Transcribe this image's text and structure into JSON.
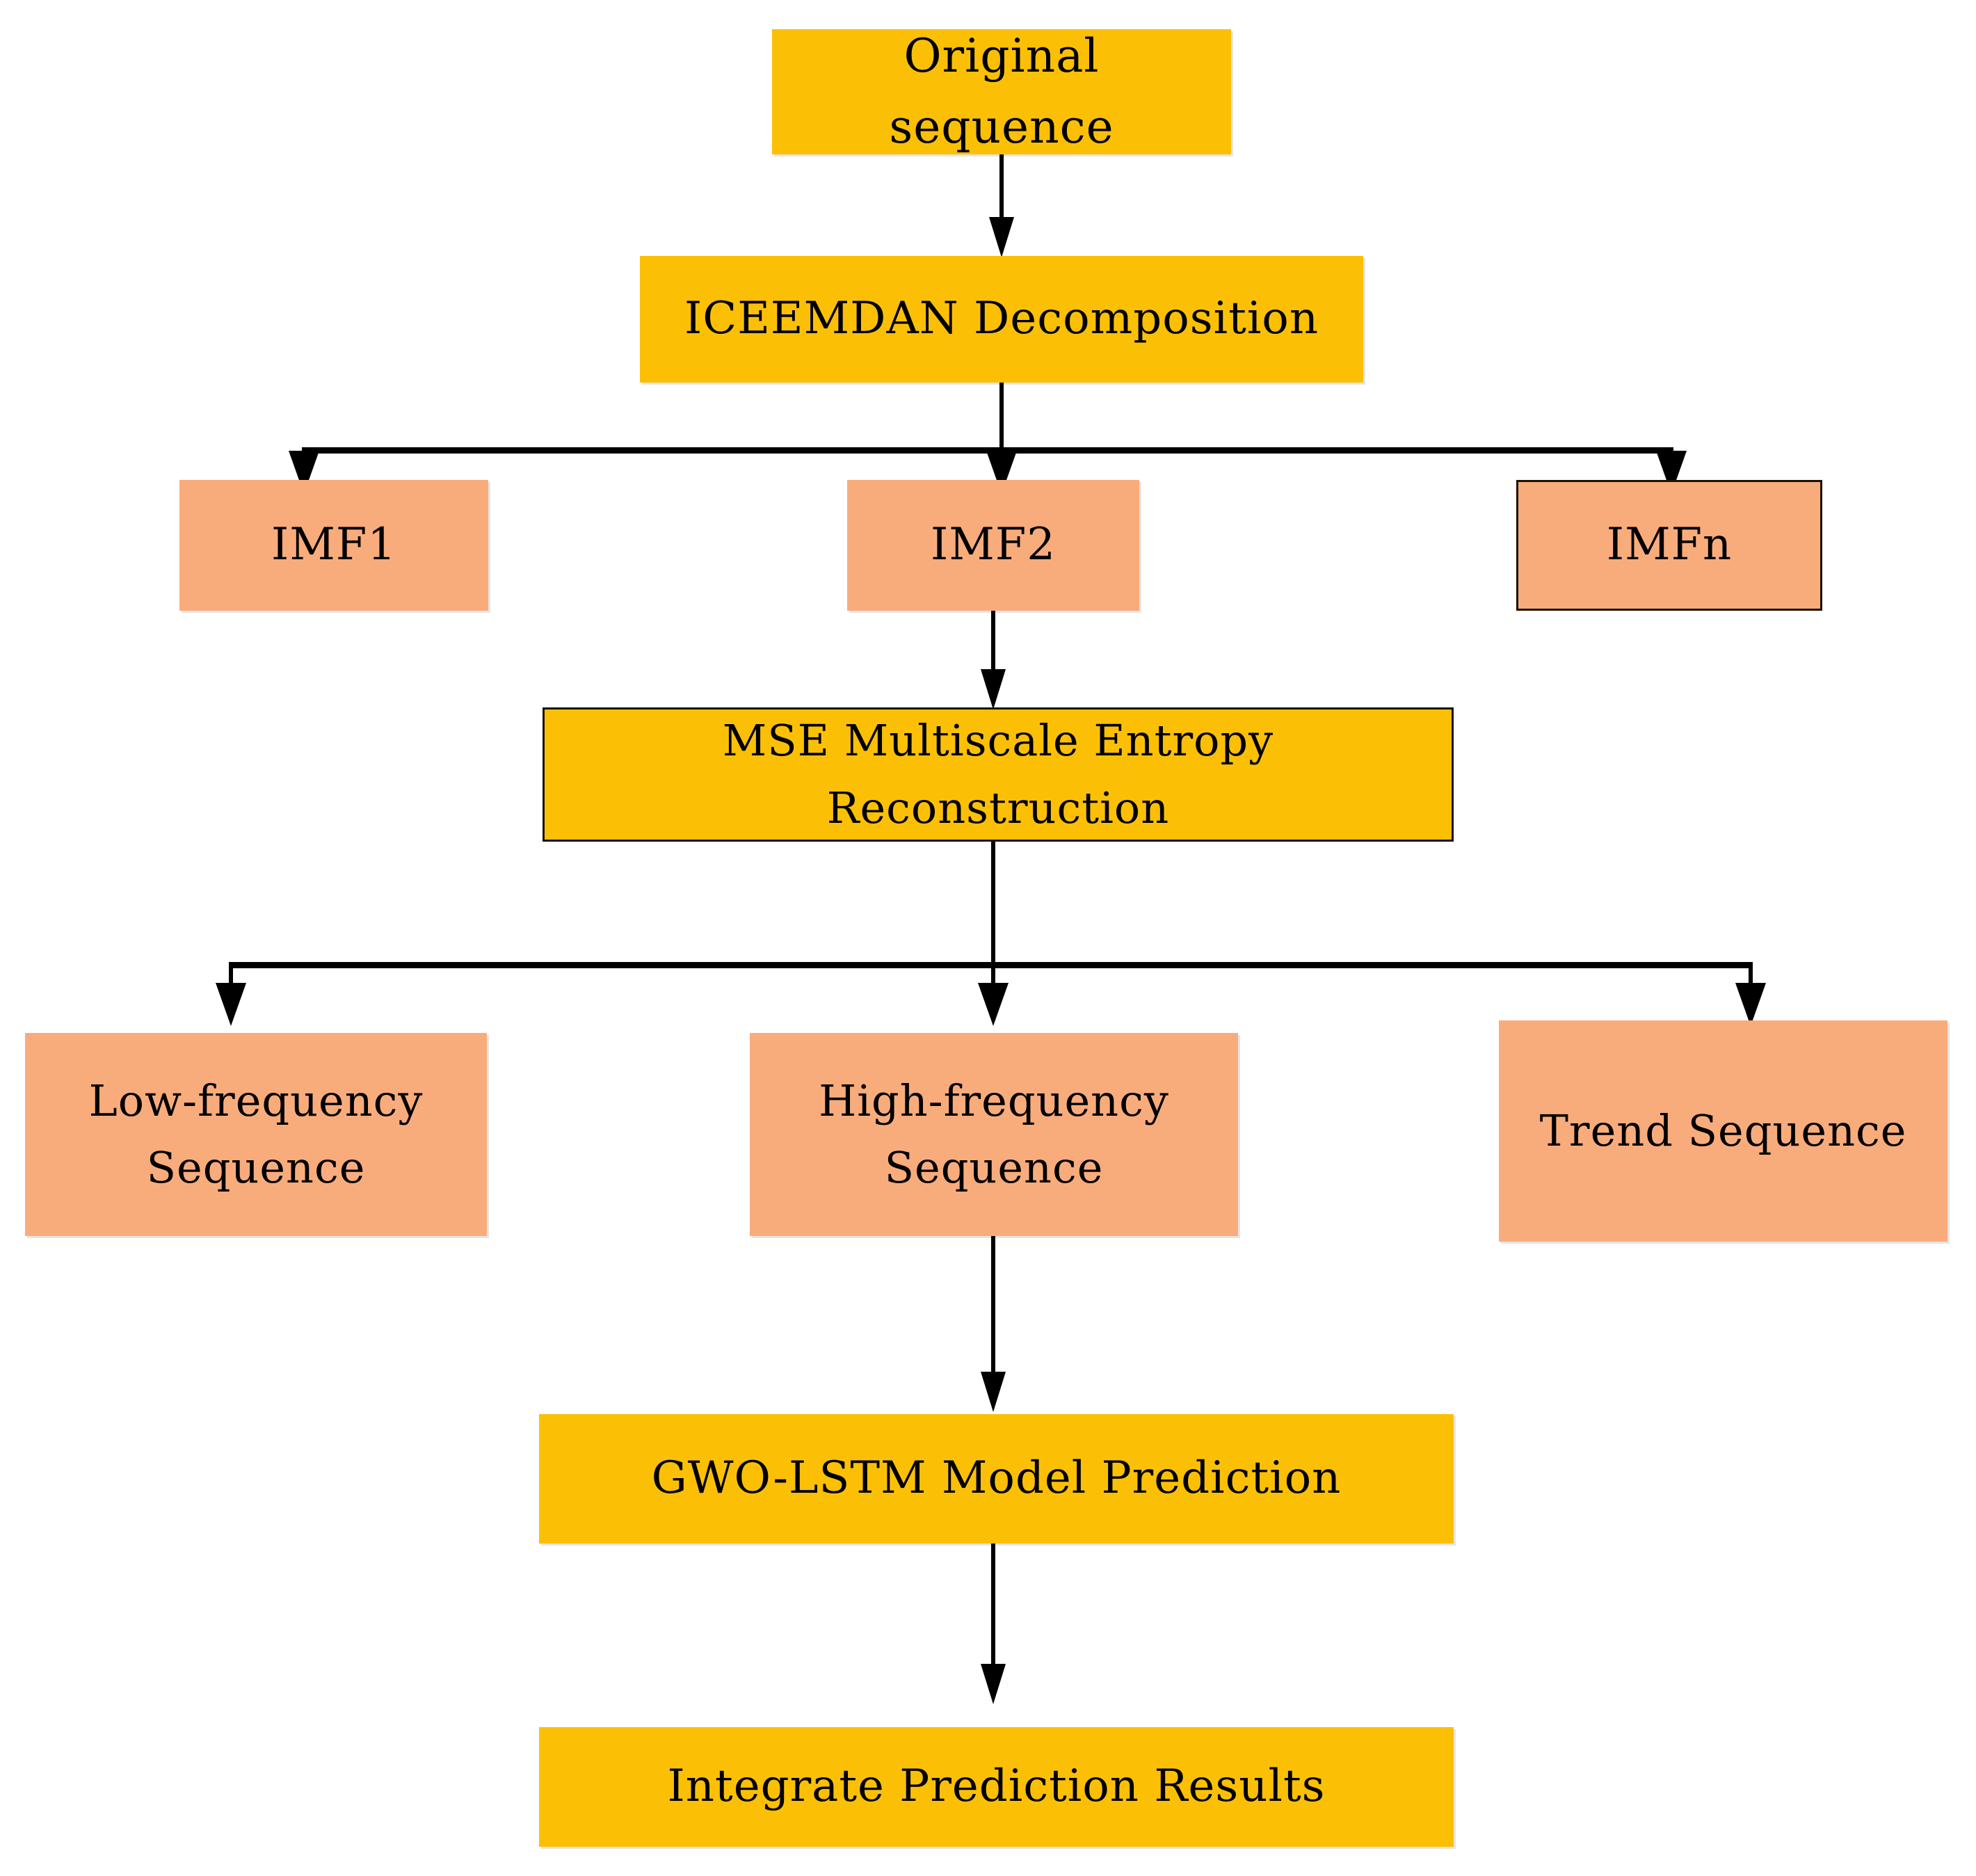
{
  "diagram": {
    "title": "ICEEMDAN-MSE-GWO-LSTM forecasting flowchart",
    "background_color": "#FFFFFF",
    "palette": {
      "process_fill": "#FBC006",
      "component_fill": "#F9AC7B",
      "connector_color": "#000000",
      "text_color": "#000000"
    },
    "nodes": {
      "original_sequence": "Original\nsequence",
      "iceemdan": "ICEEMDAN Decomposition",
      "imf1": "IMF1",
      "imf2": "IMF2",
      "imfn": "IMFn",
      "mse_reconstruction": "MSE Multiscale Entropy\nReconstruction",
      "low_frequency": "Low-frequency\nSequence",
      "high_frequency": "High-frequency\nSequence",
      "trend_sequence": "Trend Sequence",
      "gwo_lstm": "GWO-LSTM Model Prediction",
      "integrate_results": "Integrate Prediction Results"
    },
    "edges": [
      {
        "from": "original_sequence",
        "to": "iceemdan",
        "style": "straight-arrow"
      },
      {
        "from": "iceemdan",
        "to": "imf1",
        "style": "bus-branch-arrow"
      },
      {
        "from": "iceemdan",
        "to": "imf2",
        "style": "bus-branch-arrow"
      },
      {
        "from": "iceemdan",
        "to": "imfn",
        "style": "bus-branch-arrow"
      },
      {
        "from": "imf2",
        "to": "mse_reconstruction",
        "style": "straight-arrow"
      },
      {
        "from": "mse_reconstruction",
        "to": "low_frequency",
        "style": "bus-branch-arrow"
      },
      {
        "from": "mse_reconstruction",
        "to": "high_frequency",
        "style": "bus-branch-arrow"
      },
      {
        "from": "mse_reconstruction",
        "to": "trend_sequence",
        "style": "bus-branch-arrow"
      },
      {
        "from": "high_frequency",
        "to": "gwo_lstm",
        "style": "straight-arrow"
      },
      {
        "from": "gwo_lstm",
        "to": "integrate_results",
        "style": "straight-arrow"
      }
    ]
  }
}
